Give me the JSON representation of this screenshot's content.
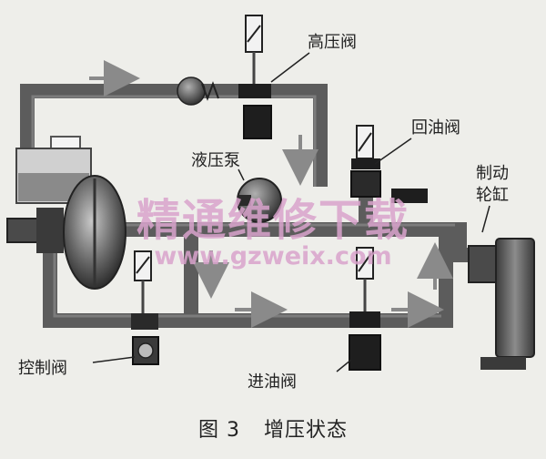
{
  "labels": {
    "high_pressure_valve": "高压阀",
    "return_valve": "回油阀",
    "hydraulic_pump": "液压泵",
    "brake_cylinder_line1": "制动",
    "brake_cylinder_line2": "轮缸",
    "control_valve": "控制阀",
    "inlet_valve": "进油阀"
  },
  "watermark": {
    "title": "精通维修下载",
    "url": "www.gzweix.com"
  },
  "caption": {
    "figure": "图 3",
    "title": "增压状态"
  },
  "colors": {
    "pipe": "#5c5c5c",
    "pipe_highlight": "#8a8a8a",
    "valve_dark": "#1e1e1e",
    "arrow": "#8a8a8a",
    "watermark": "#d9a3cc",
    "background": "#eeeeea"
  }
}
